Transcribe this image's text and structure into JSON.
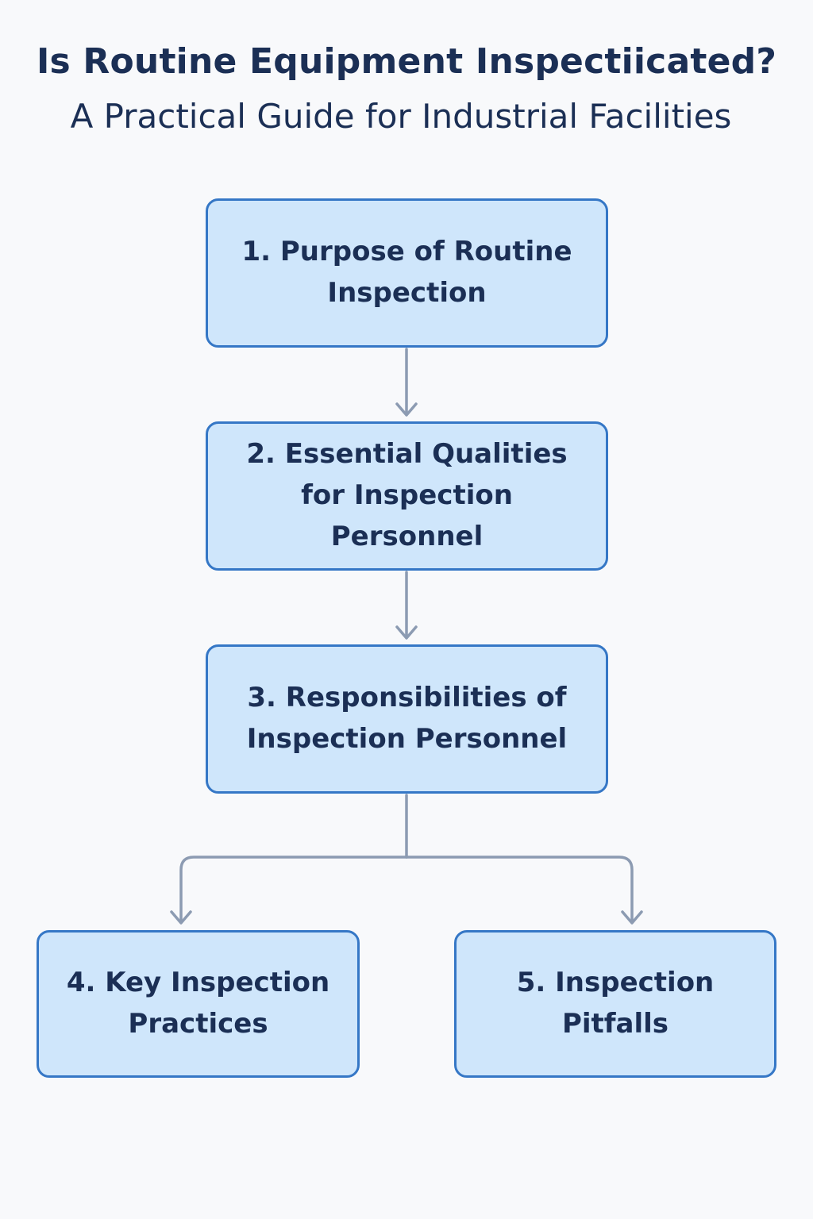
{
  "header": {
    "title": "Is Routine Equipment Inspectiicated?",
    "subtitle": "A Practical Guide for Industrial Facilities"
  },
  "nodes": [
    {
      "label": "1. Purpose of Routine\nInspection"
    },
    {
      "label": "2. Essential Qualities\nfor Inspection Personnel"
    },
    {
      "label": "3. Responsibilities of\nInspection Personnel"
    },
    {
      "label": "4. Key Inspection\nPractices"
    },
    {
      "label": "5. Inspection Pitfalls"
    }
  ],
  "colors": {
    "background": "#f8f9fb",
    "node_fill": "#cfe6fb",
    "node_border": "#3577c6",
    "text": "#1b2f55",
    "connector": "#8c9bb2"
  }
}
